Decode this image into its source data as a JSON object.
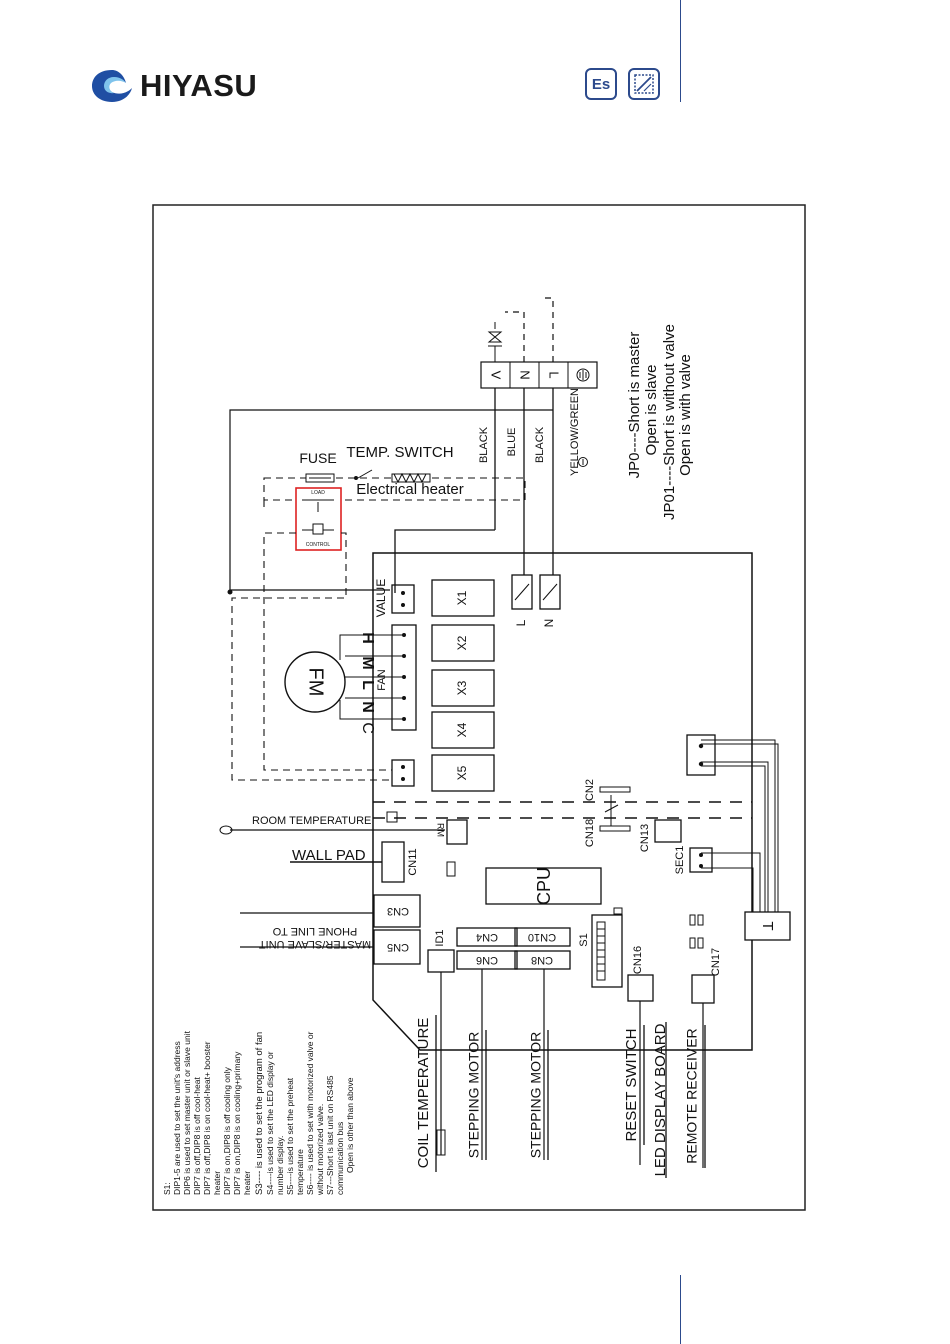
{
  "header": {
    "brand": "HIYASU",
    "lang_badge": "Es",
    "manual_icon": "edit-document-icon"
  },
  "diagram": {
    "terminals": [
      "V",
      "N",
      "L"
    ],
    "earth_symbol": "earth-icon",
    "wire_labels": [
      "BLACK",
      "BLUE",
      "BLACK",
      "YELLOW/GREEN"
    ],
    "fuse": "FUSE",
    "temp_switch": "TEMP. SWITCH",
    "heater": "Electrical  heater",
    "relay_load": "LOAD",
    "relay_control": "CONTROL",
    "jumper_lines": [
      "JP0----Short is master",
      "Open is slave",
      "JP01----Short is without valve",
      "Open is with valve"
    ],
    "value_connector": "VALUE",
    "relays": [
      "X1",
      "X2",
      "X3",
      "X4",
      "X5"
    ],
    "power_inputs": [
      "L",
      "N"
    ],
    "motor": "FM",
    "fan_label": "FAN",
    "fan_speeds": [
      "H",
      "M",
      "L",
      "N",
      "C"
    ],
    "cn2": "CN2",
    "cn18": "CN18",
    "cn13": "CN13",
    "sec1": "SEC1",
    "transformer": "T",
    "room_temperature": "ROOM TEMPERATURE",
    "rm": "RM",
    "wall_pad": "WALL PAD",
    "cn11": "CN11",
    "cpu": "CPU",
    "cn3": "CN3",
    "cn5": "CN5",
    "phone_line_1": "PHONE LINE TO",
    "phone_line_2": "MASTER/SLAVE UNIT",
    "id1": "ID1",
    "cn4": "CN4",
    "cn6": "CN6",
    "cn10": "CN10",
    "cn8": "CN8",
    "s1": "S1",
    "cn16": "CN16",
    "cn17": "CN17",
    "bottom_labels": [
      "COIL TEMPERATURE",
      "STEPPING MOTOR",
      "STEPPING MOTOR",
      "RESET SWITCH",
      "LED DISPLAY BOARD",
      "REMOTE RECEIVER"
    ],
    "notes": [
      "S1:",
      "DIP1-5 are used to set the unit's address",
      "DIP6  is used to set master unit or slave unit",
      "DIP7 is off,DIP8 is off   cool-heat",
      "DIP7 is off,DIP8 is on   cool-heat+ booster",
      "heater",
      "DIP7 is on,DIP8 is off   cooling only",
      "DIP7 is on,DIP8 is on   cooling+primary",
      "heater",
      "S3---- is used to set the program of fan",
      "S4----is used to set the LED display or",
      "number display.",
      "S5----is used to set the preheat",
      "temperature",
      "S6---- is used to set with motorized valve or",
      "without motorized valve.",
      "S7---Short is last unit on RS485",
      "communication bus",
      "Open is other than above"
    ]
  }
}
